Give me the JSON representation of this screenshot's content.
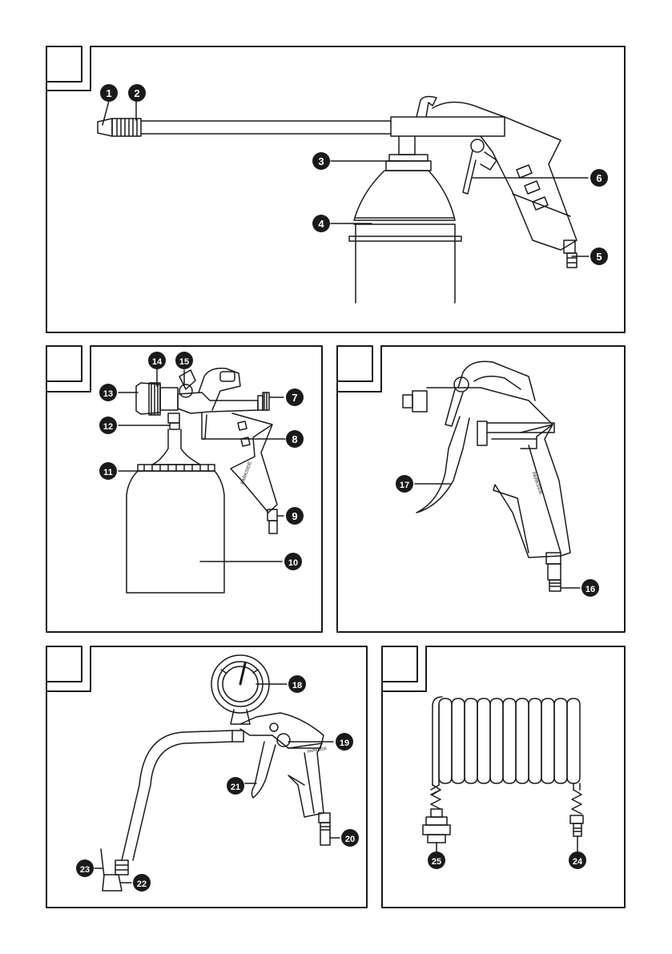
{
  "panels": [
    {
      "id": "A",
      "label": ""
    },
    {
      "id": "B",
      "label": ""
    },
    {
      "id": "C",
      "label": ""
    },
    {
      "id": "D",
      "label": ""
    },
    {
      "id": "E",
      "label": ""
    }
  ],
  "brand_text": "PARKSIDE",
  "callouts": {
    "c1": "1",
    "c2": "2",
    "c3": "3",
    "c4": "4",
    "c5": "5",
    "c6": "6",
    "c7": "7",
    "c8": "8",
    "c9": "9",
    "c10": "10",
    "c11": "11",
    "c12": "12",
    "c13": "13",
    "c14": "14",
    "c15": "15",
    "c16": "16",
    "c17": "17",
    "c18": "18",
    "c19": "19",
    "c20": "20",
    "c21": "21",
    "c22": "22",
    "c23": "23",
    "c24": "24",
    "c25": "25"
  },
  "colors": {
    "ink": "#1a1a1a",
    "paper": "#ffffff",
    "callout_bg": "#1a1a1a",
    "callout_text": "#ffffff"
  }
}
